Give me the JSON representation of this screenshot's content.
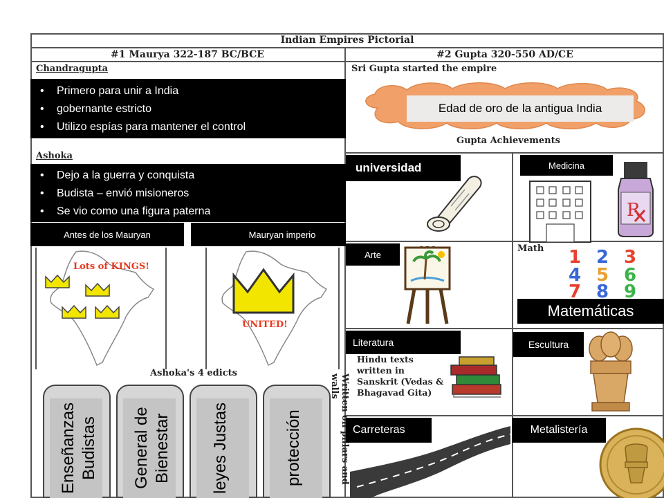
{
  "header": {
    "title": "Indian Empires Pictorial",
    "maurya_header": "#1 Maurya 322-187 BC/BCE",
    "gupta_header": "#2 Gupta 320-550 AD/CE"
  },
  "maurya": {
    "chandragupta_label": "Chandragupta",
    "chandragupta_points": [
      "Primero para unir a India",
      "gobernante estricto",
      "Utilizo espías para mantener el control"
    ],
    "ashoka_label": "Ashoka",
    "ashoka_points": [
      "Dejo a la guerra y conquista",
      "Budista – envió misioneros",
      "Se vio como una figura paterna"
    ],
    "before_label": "Antes de  los Mauryan",
    "empire_label": "Mauryan imperio",
    "map_left_caption": "Lots of KINGS!",
    "map_right_caption": "UNITED!",
    "edicts_title": "Ashoka's 4 edicts",
    "edicts_side_text": "Written on pillars and walls",
    "edicts": [
      "Enseñanzas Budistas",
      "General de Bienestar",
      "leyes Justas",
      "protección"
    ]
  },
  "gupta": {
    "founder_text": "Sri Gupta started the empire",
    "golden_age": "Edad de oro de la antigua India",
    "achievements_title": "Gupta Achievements",
    "cells": {
      "university": "universidad",
      "medicine": "Medicina",
      "art": "Arte",
      "math_original": "Math",
      "math": "Matemáticas",
      "literature": "Literatura",
      "literature_note": "Hindu texts written in Sanskrit (Vedas & Bhagavad Gita)",
      "sculpture": "Escultura",
      "roads": "Carreteras",
      "metalwork": "Metalistería"
    },
    "math_digits": [
      "1",
      "2",
      "3",
      "4",
      "5",
      "6",
      "7",
      "8",
      "9"
    ],
    "digit_colors": [
      "#e8412f",
      "#3a67d8",
      "#e8412f",
      "#3a67d8",
      "#e8a12f",
      "#3bb34a",
      "#e8412f",
      "#3a67d8",
      "#3bb34a"
    ]
  },
  "colors": {
    "cloud": "#f0a068",
    "crown": "#f2e600",
    "lots_of_kings": "#e8381e",
    "golden_box": "#ecebea"
  }
}
